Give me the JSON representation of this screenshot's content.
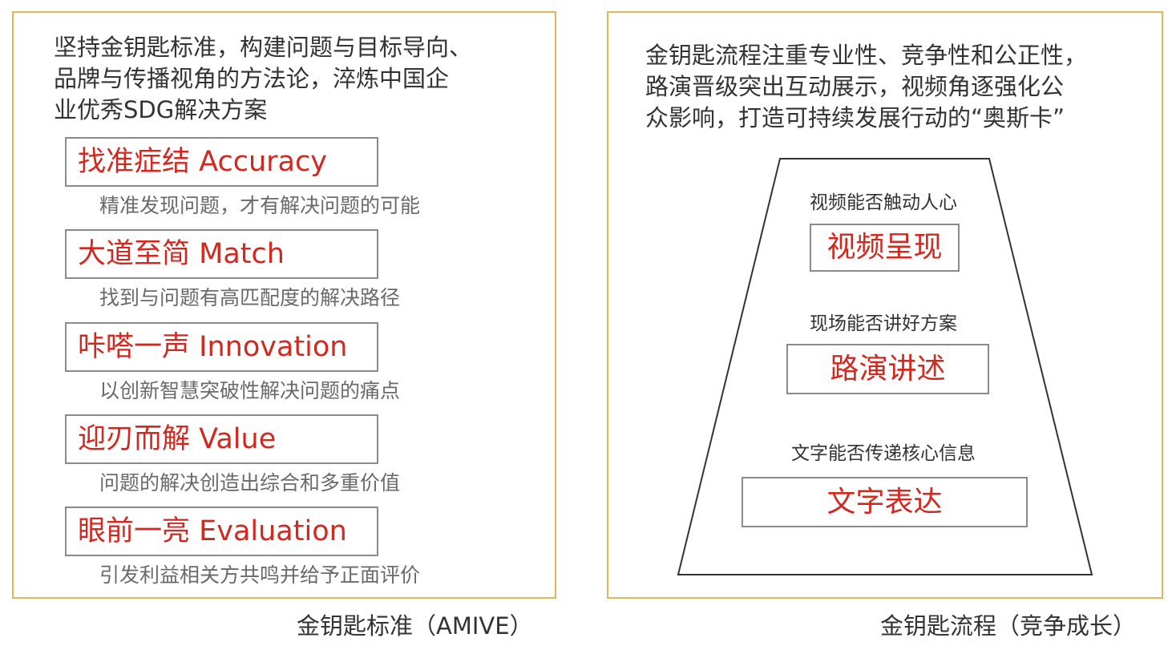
{
  "left": {
    "intro_lines": [
      "坚持金钥匙标准，构建问题与目标导向、",
      "品牌与传播视角的方法论，淬炼中国企",
      "业优秀SDG解决方案"
    ],
    "standards": [
      {
        "title": "找准症结 Accuracy",
        "desc": "精准发现问题，才有解决问题的可能"
      },
      {
        "title": "大道至简 Match",
        "desc": "找到与问题有高匹配度的解决路径"
      },
      {
        "title": "咔嗒一声 Innovation",
        "desc": "以创新智慧突破性解决问题的痛点"
      },
      {
        "title": "迎刃而解 Value",
        "desc": "问题的解决创造出综合和多重价值"
      },
      {
        "title": "眼前一亮 Evaluation",
        "desc": "引发利益相关方共鸣并给予正面评价"
      }
    ],
    "caption": "金钥匙标准（AMIVE）"
  },
  "right": {
    "intro_lines": [
      "金钥匙流程注重专业性、竞争性和公正性，",
      "路演晋级突出互动展示，视频角逐强化公",
      "众影响，打造可持续发展行动的“奥斯卡”"
    ],
    "stages": [
      {
        "question": "视频能否触动人心",
        "title": "视频呈现"
      },
      {
        "question": "现场能否讲好方案",
        "title": "路演讲述"
      },
      {
        "question": "文字能否传递核心信息",
        "title": "文字表达"
      }
    ],
    "caption": "金钥匙流程（竞争成长）"
  },
  "colors": {
    "panel_border": "#e3b65b",
    "accent_red": "#d1281f",
    "box_border": "#8a8a8a",
    "desc_text": "#6a6a6a",
    "body_text": "#333333"
  }
}
